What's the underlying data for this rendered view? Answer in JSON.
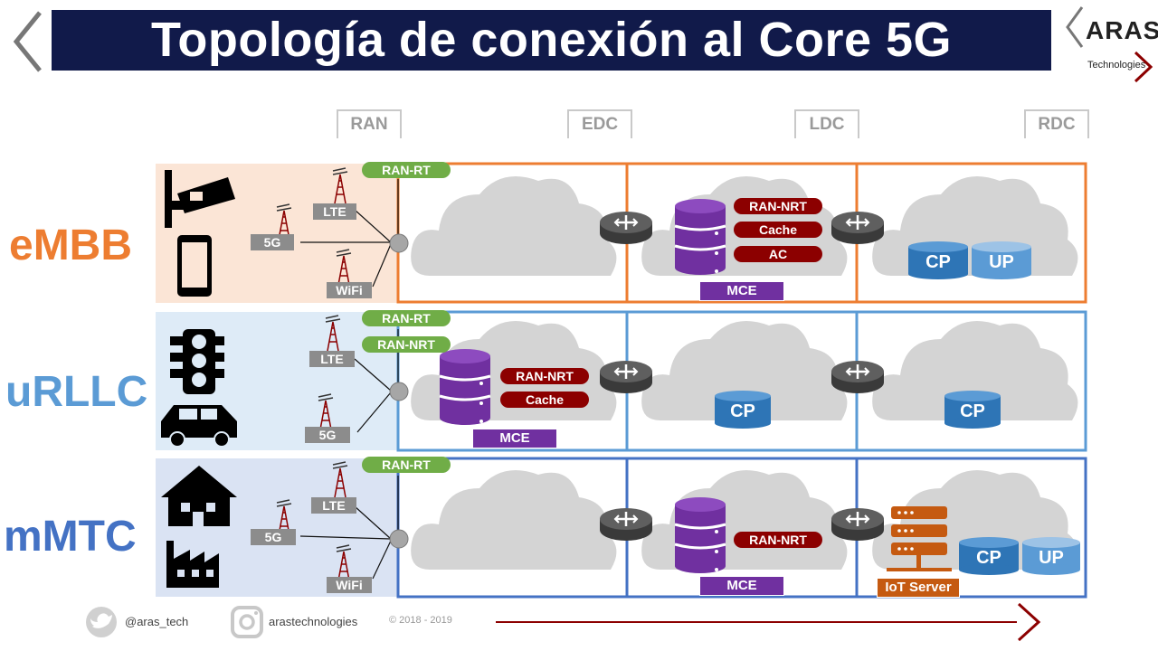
{
  "title": "Topología de conexión al Core 5G",
  "brand": {
    "name": "ARAS",
    "sub": "Technologies"
  },
  "columns": [
    "RAN",
    "EDC",
    "LDC",
    "RDC"
  ],
  "rows": [
    {
      "label": "eMBB",
      "color": "#ed7d31",
      "bg": "#fbe5d6"
    },
    {
      "label": "uRLLC",
      "color": "#5b9bd5",
      "bg": "#deebf7"
    },
    {
      "label": "mMTC",
      "color": "#4472c4",
      "bg": "#dae3f3"
    }
  ],
  "labels": {
    "ran_rt": "RAN-RT",
    "ran_nrt": "RAN-NRT",
    "cache": "Cache",
    "ac": "AC",
    "mce": "MCE",
    "lte": "LTE",
    "g5": "5G",
    "wifi": "WiFi",
    "cp": "CP",
    "up": "UP",
    "iot_server": "IoT Server"
  },
  "footer": {
    "twitter": "@aras_tech",
    "instagram": "arastechnologies",
    "copyright": "© 2018 - 2019"
  }
}
